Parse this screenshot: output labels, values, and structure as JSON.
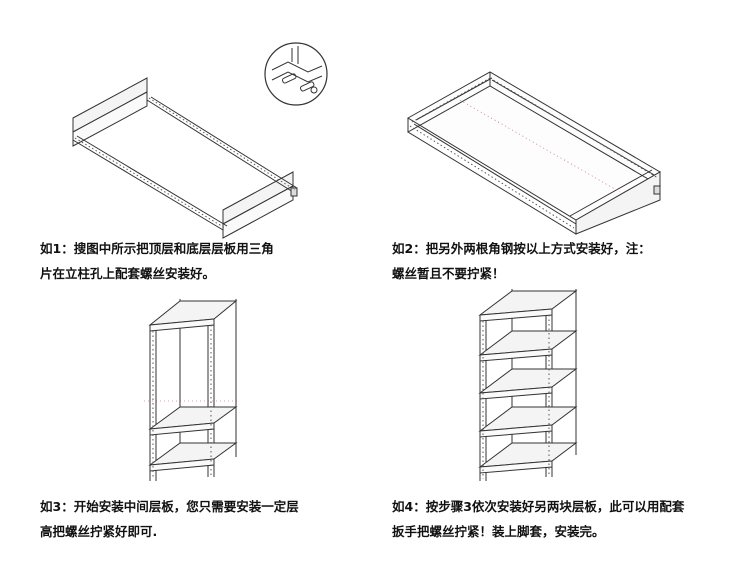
{
  "steps": [
    {
      "id": 1,
      "caption_lines": [
        "如1：搜图中所示把顶层和底层层板用三角",
        "片在立柱孔上配套螺丝安装好。"
      ],
      "figure": "two-shelf-boards-connected-by-angle-steel",
      "detail_icon": "bolt-slot-detail"
    },
    {
      "id": 2,
      "caption_lines": [
        "如2：把另外两根角钢按以上方式安装好，注：",
        "螺丝暂且不要拧紧！"
      ],
      "figure": "rectangular-frame-four-angles"
    },
    {
      "id": 3,
      "caption_lines": [
        "如3：开始安装中间层板，您只需要安装一定层",
        "高把螺丝拧紧好即可."
      ],
      "figure": "upright-rack-three-shelves"
    },
    {
      "id": 4,
      "caption_lines": [
        "如4：按步骤3依次安装好另两块层板，此可以用配套",
        "扳手把螺丝拧紧！装上脚套，安装完。"
      ],
      "figure": "upright-rack-five-shelves"
    }
  ],
  "colors": {
    "line": "#333333",
    "hole": "#555555",
    "accent": "#c04040"
  }
}
